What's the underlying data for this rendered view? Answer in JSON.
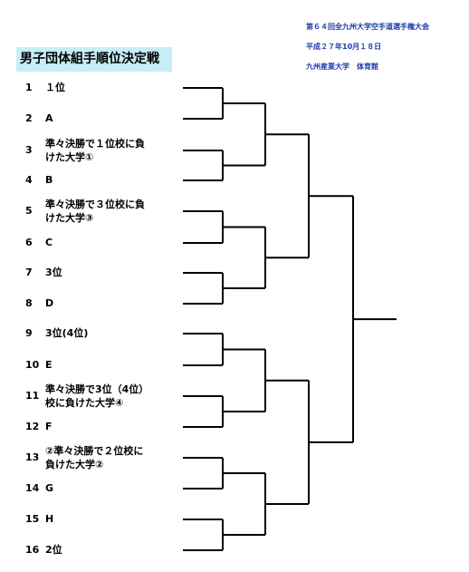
{
  "header": {
    "tournament": "第６４回全九州大学空手道選手権大会",
    "date": "平成２７年10月１８日",
    "venue": "九州産業大学　体育館"
  },
  "title": "男子団体組手順位決定戦",
  "entries": [
    {
      "seed": "1",
      "lines": [
        "１位"
      ]
    },
    {
      "seed": "2",
      "lines": [
        "A"
      ]
    },
    {
      "seed": "3",
      "lines": [
        "準々決勝で１位校に負",
        "けた大学①"
      ]
    },
    {
      "seed": "4",
      "lines": [
        "B"
      ]
    },
    {
      "seed": "5",
      "lines": [
        "準々決勝で３位校に負",
        "けた大学③"
      ]
    },
    {
      "seed": "6",
      "lines": [
        "C"
      ]
    },
    {
      "seed": "7",
      "lines": [
        "3位"
      ]
    },
    {
      "seed": "8",
      "lines": [
        "D"
      ]
    },
    {
      "seed": "9",
      "lines": [
        "3位(4位)"
      ]
    },
    {
      "seed": "10",
      "lines": [
        "E"
      ]
    },
    {
      "seed": "11",
      "lines": [
        "準々決勝で3位（4位）",
        "校に負けた大学④"
      ]
    },
    {
      "seed": "12",
      "lines": [
        "F"
      ]
    },
    {
      "seed": "13",
      "lines": [
        "②準々決勝で２位校に",
        "負けた大学②"
      ]
    },
    {
      "seed": "14",
      "lines": [
        "G"
      ]
    },
    {
      "seed": "15",
      "lines": [
        "H"
      ]
    },
    {
      "seed": "16",
      "lines": [
        "2位"
      ]
    }
  ]
}
